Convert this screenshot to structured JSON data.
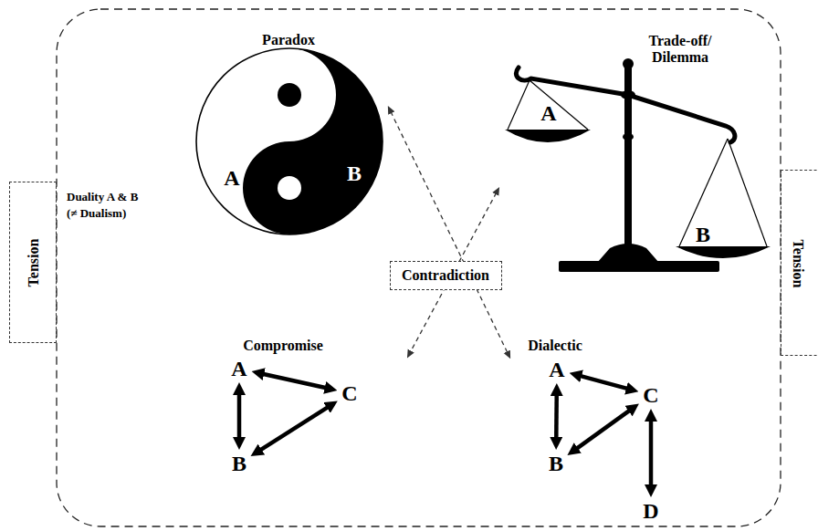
{
  "diagram": {
    "nodes": [
      {
        "text": [
          "Tension"
        ]
      },
      {
        "text": [
          "Paradox",
          "A",
          "B"
        ]
      },
      {
        "text": [
          "Trade-off/ Dilemma",
          "A",
          "B"
        ]
      },
      {
        "text": [
          "Contradiction"
        ]
      },
      {
        "text": [
          "Compromise"
        ]
      },
      {
        "text": [
          "A"
        ],
        "in": 4
      },
      {
        "text": [
          "B"
        ],
        "in": 4
      },
      {
        "text": [
          "C"
        ],
        "in": 4
      },
      {
        "text": [
          "Dialectic"
        ]
      },
      {
        "text": [
          "A"
        ],
        "in": 8
      },
      {
        "text": [
          "B"
        ],
        "in": 8
      },
      {
        "text": [
          "C"
        ],
        "in": 8
      },
      {
        "text": [
          "D"
        ],
        "in": 8
      },
      {
        "text": [
          "Tension"
        ]
      }
    ],
    "edges": [
      {
        "from": 1,
        "to": 8,
        "arrow": "both"
      },
      {
        "from": 2,
        "to": 4,
        "arrow": "both"
      },
      {
        "from": 5,
        "to": 6,
        "arrow": "both"
      },
      {
        "from": 5,
        "to": 7,
        "arrow": "both"
      },
      {
        "from": 6,
        "to": 7,
        "arrow": "both"
      },
      {
        "from": 9,
        "to": 10,
        "arrow": "both"
      },
      {
        "from": 9,
        "to": 11,
        "arrow": "both"
      },
      {
        "from": 10,
        "to": 11,
        "arrow": "both"
      },
      {
        "from": 11,
        "to": 12,
        "arrow": "both"
      }
    ],
    "labels": [
      "Duality A & B (≠ Dualism)"
    ]
  }
}
